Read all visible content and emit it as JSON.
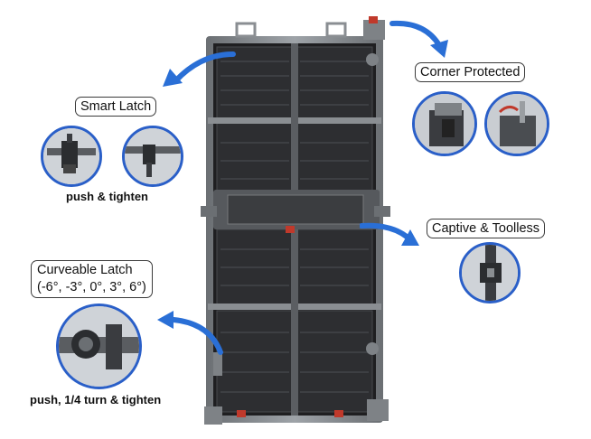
{
  "labels": {
    "smart_latch": "Smart Latch",
    "corner_protected": "Corner Protected",
    "captive_toolless": "Captive & Toolless",
    "curveable_latch_line1": "Curveable Latch",
    "curveable_latch_line2": "(-6°, -3°, 0°, 3°, 6°)"
  },
  "captions": {
    "smart_latch": "push & tighten",
    "curveable_latch": "push, 1/4 turn & tighten"
  },
  "colors": {
    "arrow": "#2a6fd6",
    "circle_border": "#2a5fc8",
    "panel": "#2b2b2b",
    "accent_red": "#c0392b"
  }
}
